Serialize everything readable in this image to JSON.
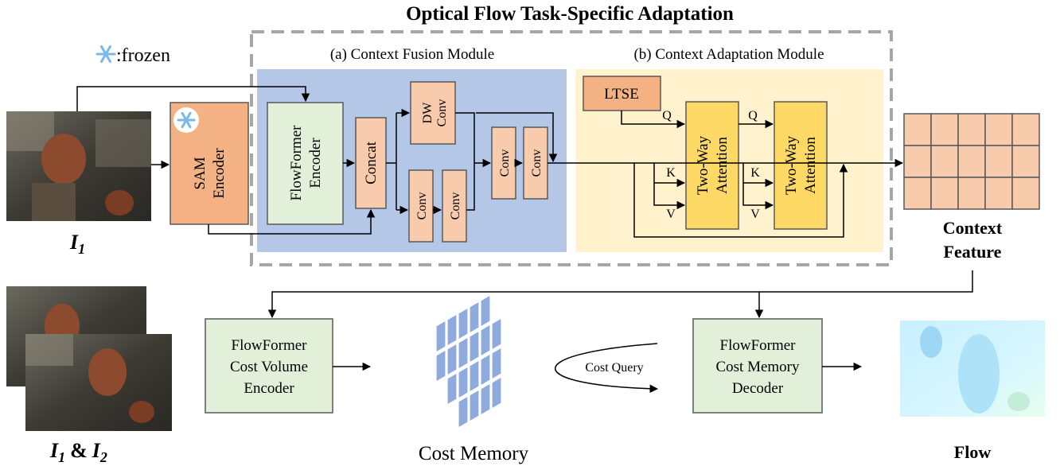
{
  "title": "Optical Flow Task-Specific Adaptation",
  "legend": {
    "frozen_text": ":frozen"
  },
  "labels": {
    "i1": "I",
    "i1_sub": "1",
    "i1i2_a": "I",
    "i1i2_a_sub": "1",
    "i1i2_amp": "&",
    "i1i2_b": "I",
    "i1i2_b_sub": "2",
    "context_feature_1": "Context",
    "context_feature_2": "Feature",
    "cost_memory": "Cost Memory",
    "flow": "Flow"
  },
  "modules": {
    "fusion_title": "(a) Context Fusion Module",
    "adaptation_title": "(b) Context Adaptation Module"
  },
  "blocks": {
    "sam_1": "SAM",
    "sam_2": "Encoder",
    "flowformer_enc_1": "FlowFormer",
    "flowformer_enc_2": "Encoder",
    "concat": "Concat",
    "dwconv_1": "DW",
    "dwconv_2": "Conv",
    "conv": "Conv",
    "ltse": "LTSE",
    "twoway_1": "Two-Way",
    "twoway_2": "Attention",
    "q": "Q",
    "k": "K",
    "v": "V",
    "cve_1": "FlowFormer",
    "cve_2": "Cost Volume",
    "cve_3": "Encoder",
    "cmd_1": "FlowFormer",
    "cmd_2": "Cost Memory",
    "cmd_3": "Decoder",
    "cost_query": "Cost Query"
  },
  "colors": {
    "fusion_bg": "#b4c7e7",
    "adaptation_bg": "#fff2cc",
    "peach": "#f4b183",
    "light_peach": "#f8cbad",
    "green": "#e2f0d9",
    "yellow": "#ffd966",
    "dashed": "#a6a6a6",
    "cube": "#8faadc"
  },
  "icons": [
    "snowflake-icon"
  ]
}
